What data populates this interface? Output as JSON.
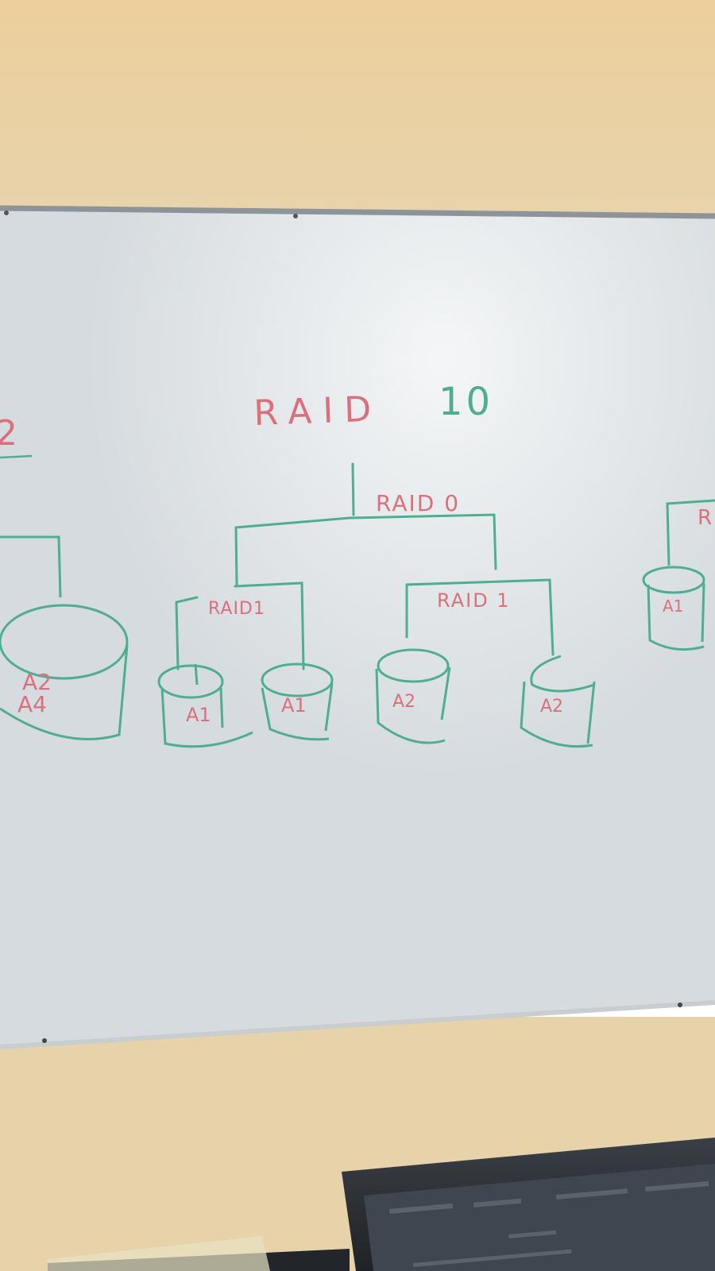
{
  "colors": {
    "wall": "#e9cf9f",
    "wall_lower": "#e6cda0",
    "board": "#dfe3e6",
    "board_frame": "#8d9499",
    "marker_red": "#d9707c",
    "marker_green": "#4fae8f",
    "laptop": "#2a2e33"
  },
  "whiteboard": {
    "title_prefix": "RAID",
    "title_suffix": "10",
    "stripe_label": "RAID 0",
    "mirror_left_label": "RAID1",
    "mirror_right_label": "RAID 1",
    "left_edge_fragment": "2",
    "right_edge_fragment": "R",
    "disks": [
      {
        "id": "left-partial",
        "lines": [
          "A2",
          "A4"
        ]
      },
      {
        "id": "mirror-left-1",
        "lines": [
          "A1"
        ]
      },
      {
        "id": "mirror-left-2",
        "lines": [
          "A1"
        ]
      },
      {
        "id": "mirror-right-1",
        "lines": [
          "A2"
        ]
      },
      {
        "id": "mirror-right-2",
        "lines": [
          "A2"
        ]
      },
      {
        "id": "right-partial",
        "lines": [
          "A1"
        ]
      }
    ]
  }
}
